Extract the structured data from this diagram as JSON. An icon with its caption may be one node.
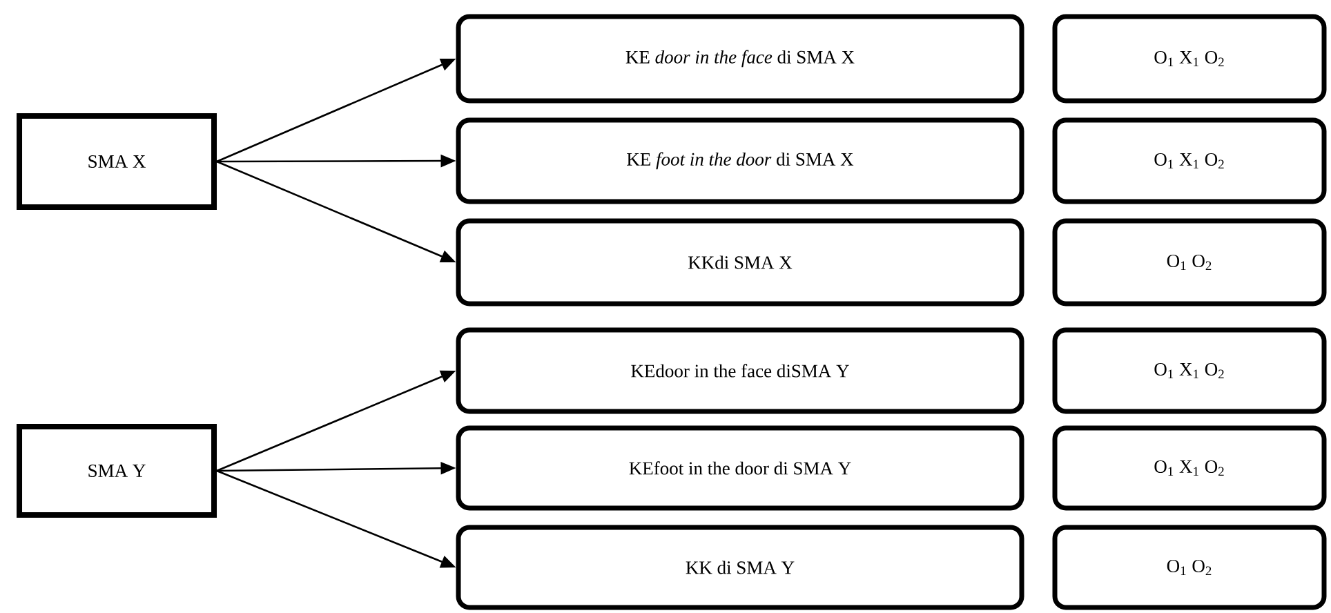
{
  "diagram": {
    "nodes": [
      {
        "text": [
          "SMA X"
        ]
      },
      {
        "text": [
          "KE *door in the face* di SMA X"
        ]
      },
      {
        "text": [
          "KE *foot in the door* di SMA X"
        ]
      },
      {
        "text": [
          "KKdi SMA X"
        ]
      },
      {
        "text": [
          "O$_{1}$ X$_{1}$ O$_{2}$"
        ]
      },
      {
        "text": [
          "O$_{1}$ X$_{1}$ O$_{2}$"
        ]
      },
      {
        "text": [
          "O$_{1}$ O$_{2}$"
        ]
      },
      {
        "text": [
          "SMA Y"
        ]
      },
      {
        "text": [
          "KEdoor in the face diSMA Y"
        ]
      },
      {
        "text": [
          "KEfoot in the door di SMA Y"
        ]
      },
      {
        "text": [
          "KK di SMA Y"
        ]
      },
      {
        "text": [
          "O$_{1}$ X$_{1}$ O$_{2}$"
        ]
      },
      {
        "text": [
          "O$_{1}$ X$_{1}$ O$_{2}$"
        ]
      },
      {
        "text": [
          "O$_{1}$ O$_{2}$"
        ]
      }
    ],
    "edges": [
      {
        "from": 0,
        "to": 1,
        "arrow": "to"
      },
      {
        "from": 0,
        "to": 2,
        "arrow": "to"
      },
      {
        "from": 0,
        "to": 3,
        "arrow": "to"
      },
      {
        "from": 7,
        "to": 8,
        "arrow": "to"
      },
      {
        "from": 7,
        "to": 9,
        "arrow": "to"
      },
      {
        "from": 7,
        "to": 10,
        "arrow": "to"
      }
    ]
  }
}
